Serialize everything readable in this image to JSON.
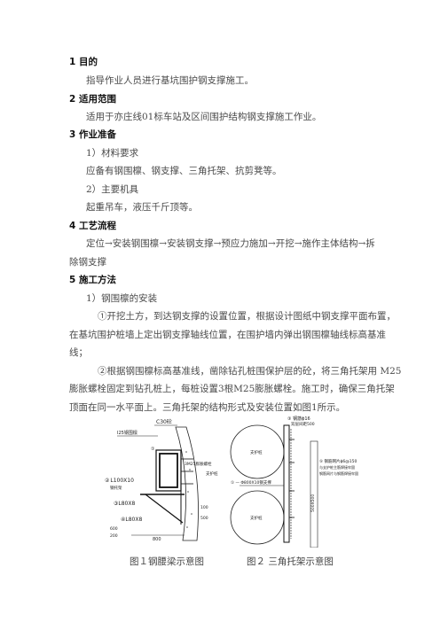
{
  "sections": [
    {
      "heading": "1 目的",
      "lines": [
        "指导作业人员进行基坑围护钢支撑施工。"
      ]
    },
    {
      "heading": "2 适用范围",
      "lines": [
        "适用于亦庄线01标车站及区间围护结构钢支撑施工作业。"
      ]
    },
    {
      "heading": "3 作业准备",
      "items": [
        {
          "label": "1）材料要求",
          "text": "应备有钢围檩、钢支撑、三角托架、抗剪凳等。"
        },
        {
          "label": "2）主要机具",
          "text": "起重吊车，液压千斤顶等。"
        }
      ]
    },
    {
      "heading": "4 工艺流程",
      "lines": [
        "定位→安装钢围檩→安装钢支撑→预应力施加→开挖→施作主体结构→拆",
        "除钢支撑"
      ]
    },
    {
      "heading": "5 施工方法",
      "sub": "1）钢围檩的安装",
      "p1": [
        "①开挖土方，到达钢支撑的设置位置，根据设计图纸中钢支撑平面布置，",
        "在基坑围护桩墙上定出钢支撑轴线位置，在围护墙内弹出钢围檩轴线标高基准",
        "线；"
      ],
      "p2": [
        "②根据钢围檩标高基准线，凿除钻孔桩围保护层的砼，将三角托架用 M25",
        "膨胀螺栓固定到钻孔桩上，每桩设置3根M25膨胀螺栓。施工时，确保三角托架",
        "顶面在同一水平面上。三角托架的结构形式及安装位置如图1所示。"
      ]
    }
  ],
  "figure1": {
    "caption": "图１钢腰梁示意图",
    "labels": {
      "c30": "C30砼",
      "i25": "I25钢围檩",
      "bolt": "3M25膨胀螺栓",
      "pile": "支护桩",
      "l100": "L100X10",
      "l100b": "钢托架",
      "l80a": "L80X8",
      "l80b": "L80X8",
      "dim800": "800",
      "dim500": "500",
      "dim100": "100",
      "dim600": "600",
      "dim200": "200",
      "n1": "①",
      "n2": "②",
      "n3": "③",
      "n4": "④"
    }
  },
  "figure2": {
    "caption": "图２ 三角托架示意图",
    "labels": {
      "top_note": "③ 钢筋ϕ16",
      "top_note2": "双层间距500",
      "pile1": "支护桩",
      "pile2": "支护桩",
      "pile_dim": "① — Φ800X10钢支撑",
      "dim": "500X500",
      "note1": "⑤ 钢筋网片ϕ6@150",
      "note2": "与支护桩主筋焊接牢固",
      "note3": "钢筋网片与钢筋焊接牢固"
    }
  }
}
